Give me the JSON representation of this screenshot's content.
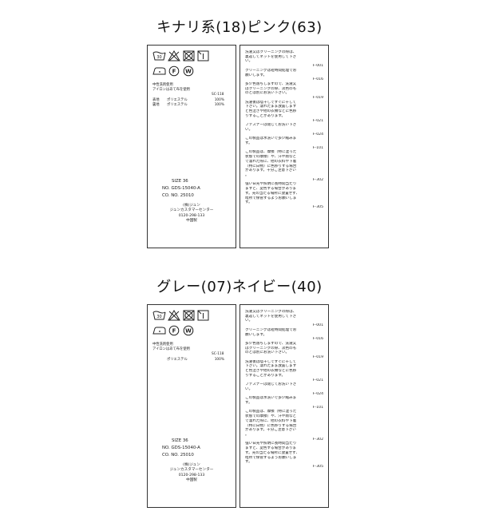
{
  "sections": [
    {
      "title": "キナリ系(18)ピンク(63)",
      "wash_temp": "30",
      "symbol_letters": [
        "F",
        "W"
      ],
      "notice": [
        "中性洗剤使用",
        "アイロンはあて布を使用"
      ],
      "code": "SC-118",
      "materials": [
        {
          "part": "表地",
          "fiber": "ポリエステル",
          "percent": "100%"
        },
        {
          "part": "裏地",
          "fiber": "ポリエステル",
          "percent": "100%"
        }
      ],
      "size": "SIZE 36",
      "product_no": "NO. GDS-15040-A",
      "color_no": "CO. NO. 25010",
      "company": [
        "(株)ジュン",
        "ジュンカスタマーセンター",
        "0120-298-133",
        "中国製"
      ],
      "care_lines": [
        "洗濯又はクリーニングの際は、",
        "裏返してネットを使用して下さ",
        "い。",
        "F-001",
        "クリーニングは短時間処理でお",
        "願いします。",
        "F-016",
        "多少色落ちしますので、洗濯又",
        "はクリーニングの際、淡色のも",
        "のとは別にお洗い下さい。",
        "F-019",
        "洗濯後は陰干しですぐに干して",
        "下さい。濡れたまま放置します",
        "と色泣きや他の衣類などに色移",
        "りすることがあります。",
        "F-021",
        "ファスナーは閉じてお洗い下さ",
        "い。",
        "F-024",
        "この製品は水洗いで多少縮みま",
        "す。",
        "F-101",
        "この製品は、摩擦（特に湿った",
        "状態での摩擦）や、汗や雨など",
        "で濡れた際に、他の衣料や下着",
        "（特に白物）に色移りする場合",
        "があります。十分ご注意下さい",
        "。",
        "F-302",
        "強い日光や照明に長時間当たり",
        "ますと、変色する場合がありま",
        "す。光の当たる場所に放置せず、",
        "暗所で保管するようお願いしま",
        "す。",
        "F-305"
      ]
    },
    {
      "title": "グレー(07)ネイビー(40)",
      "wash_temp": "30",
      "symbol_letters": [
        "F",
        "W"
      ],
      "notice": [
        "中性洗剤使用",
        "アイロンはあて布を使用"
      ],
      "code": "SC-118",
      "materials": [
        {
          "part": "",
          "fiber": "ポリエステル",
          "percent": "100%"
        }
      ],
      "size": "SIZE 36",
      "product_no": "NO. GDS-15040-A",
      "color_no": "CO. NO. 25010",
      "company": [
        "(株)ジュン",
        "ジュンカスタマーセンター",
        "0120-298-133",
        "中国製"
      ],
      "care_lines": [
        "洗濯又はクリーニングの際は、",
        "裏返してネットを使用して下さ",
        "い。",
        "F-001",
        "クリーニングは短時間処理でお",
        "願いします。",
        "F-016",
        "多少色落ちしますので、洗濯又",
        "はクリーニングの際、淡色のも",
        "のとは別にお洗い下さい。",
        "F-019",
        "洗濯後は陰干しですぐに干して",
        "下さい。濡れたまま放置します",
        "と色泣きや他の衣類などに色移",
        "りすることがあります。",
        "F-021",
        "ファスナーは閉じてお洗い下さ",
        "い。",
        "F-024",
        "この製品は水洗いで多少縮みま",
        "す。",
        "F-101",
        "この製品は、摩擦（特に湿った",
        "状態での摩擦）や、汗や雨など",
        "で濡れた際に、他の衣料や下着",
        "（特に白物）に色移りする場合",
        "があります。十分ご注意下さい",
        "。",
        "F-302",
        "強い日光や照明に長時間当たり",
        "ますと、変色する場合がありま",
        "す。光の当たる場所に放置せず、",
        "暗所で保管するようお願いしま",
        "す。",
        "F-305"
      ]
    }
  ]
}
